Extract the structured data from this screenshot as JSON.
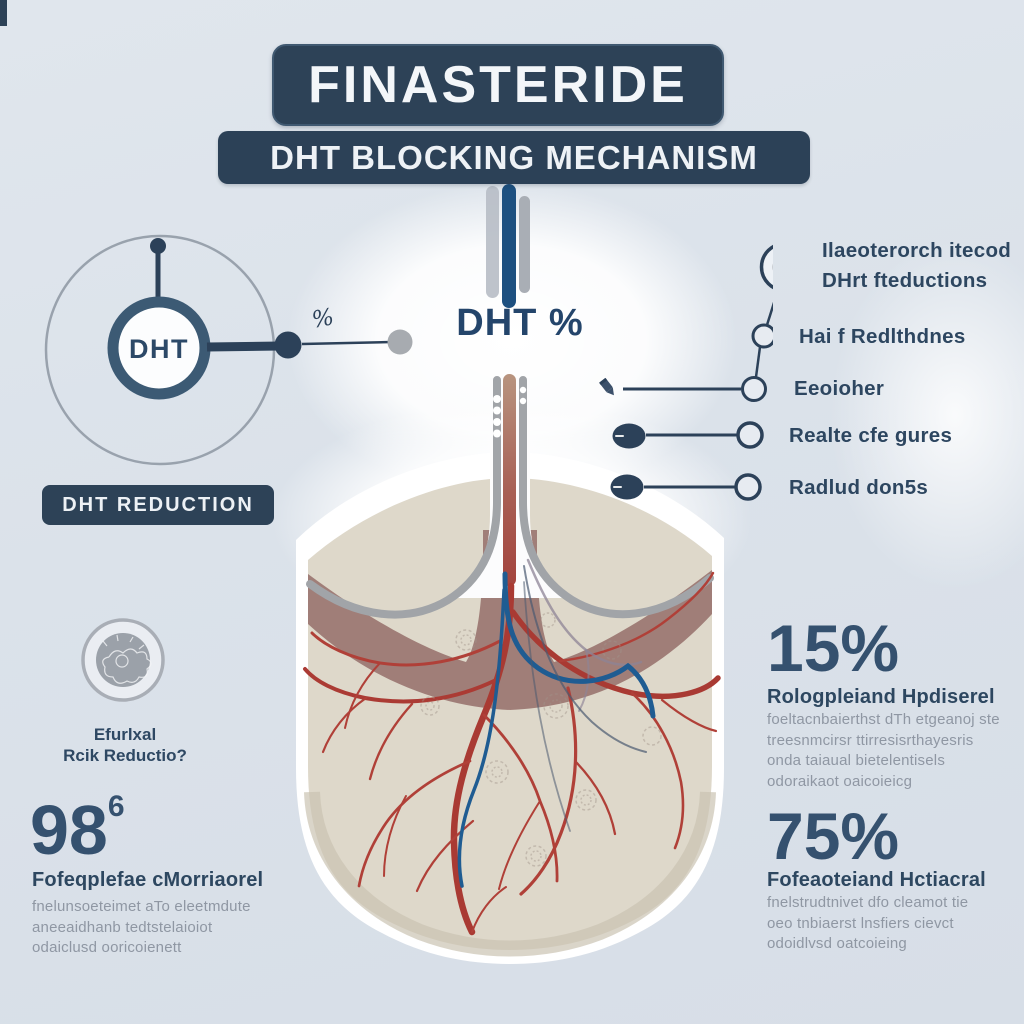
{
  "header": {
    "title": "FINASTERIDE",
    "subtitle": "DHT BLOCKING MECHANISM"
  },
  "center": {
    "dht_label": "DHT %"
  },
  "left_diagram": {
    "molecule_label": "DHT",
    "percent_annotation": "%",
    "box_label": "DHT REDUCTION"
  },
  "legend": {
    "items": [
      {
        "label_line1": "Ilaeoterorch itecod",
        "label_line2": "DHrt fteductions"
      },
      {
        "label": "Hai f Redlthdnes"
      },
      {
        "label": "Eeoioher"
      },
      {
        "label": "Realte cfe gures"
      },
      {
        "label": "Radlud don5s"
      }
    ]
  },
  "left_stat": {
    "icon_caption_line1": "Efurlxal",
    "icon_caption_line2": "Rcik Reductio?",
    "value": "98",
    "value_superscript": "6",
    "heading": "Fofeqplefae cMorriaorel",
    "body_lines": [
      "fnelunsoeteimet aTo eleetmdute",
      "aneeaidhanb tedtstelaioiot",
      "odaiclusd ooricoienett"
    ]
  },
  "right_stats": [
    {
      "value": "15%",
      "heading": "Rologpleiand Hpdiserel",
      "body_lines": [
        "foeltacnbaierthst dTh etgeanoj ste",
        "treesnmcirsr ttirresisrthayesris",
        "onda taiaual bietelentisels",
        "odoraikaot oaicoieicg"
      ]
    },
    {
      "value": "75%",
      "heading": "Fofeaoteiand Hctiacral",
      "body_lines": [
        "fnelstrudtnivet dfo cleamot tie",
        "oeo tnbiaerst lnsfiers cievct",
        "odoidlvsd oatcoieing"
      ]
    }
  ],
  "colors": {
    "navy": "#2d4257",
    "accent_blue": "#1f5c92",
    "vessel_red": "#a93a33",
    "mauve": "#a07e78",
    "follicle_beige": "#ded8ca",
    "background": "#dbe2ea",
    "muted_gray": "#8f97a3"
  }
}
